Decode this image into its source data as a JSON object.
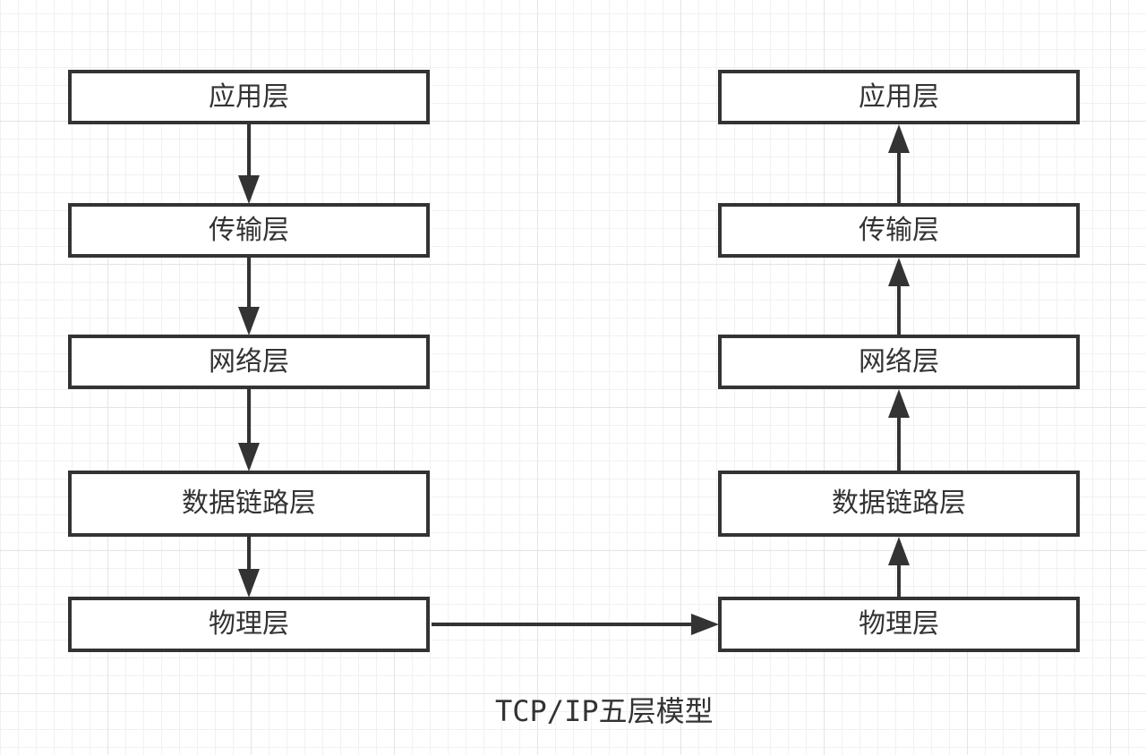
{
  "sender_stack": {
    "layers": [
      "应用层",
      "传输层",
      "网络层",
      "数据链路层",
      "物理层"
    ]
  },
  "receiver_stack": {
    "layers": [
      "应用层",
      "传输层",
      "网络层",
      "数据链路层",
      "物理层"
    ]
  },
  "caption": "TCP/IP五层模型",
  "colors": {
    "stroke": "#333333",
    "background": "#ffffff",
    "grid_major": "#e4e4e4",
    "grid_minor": "#f1f1f1"
  }
}
